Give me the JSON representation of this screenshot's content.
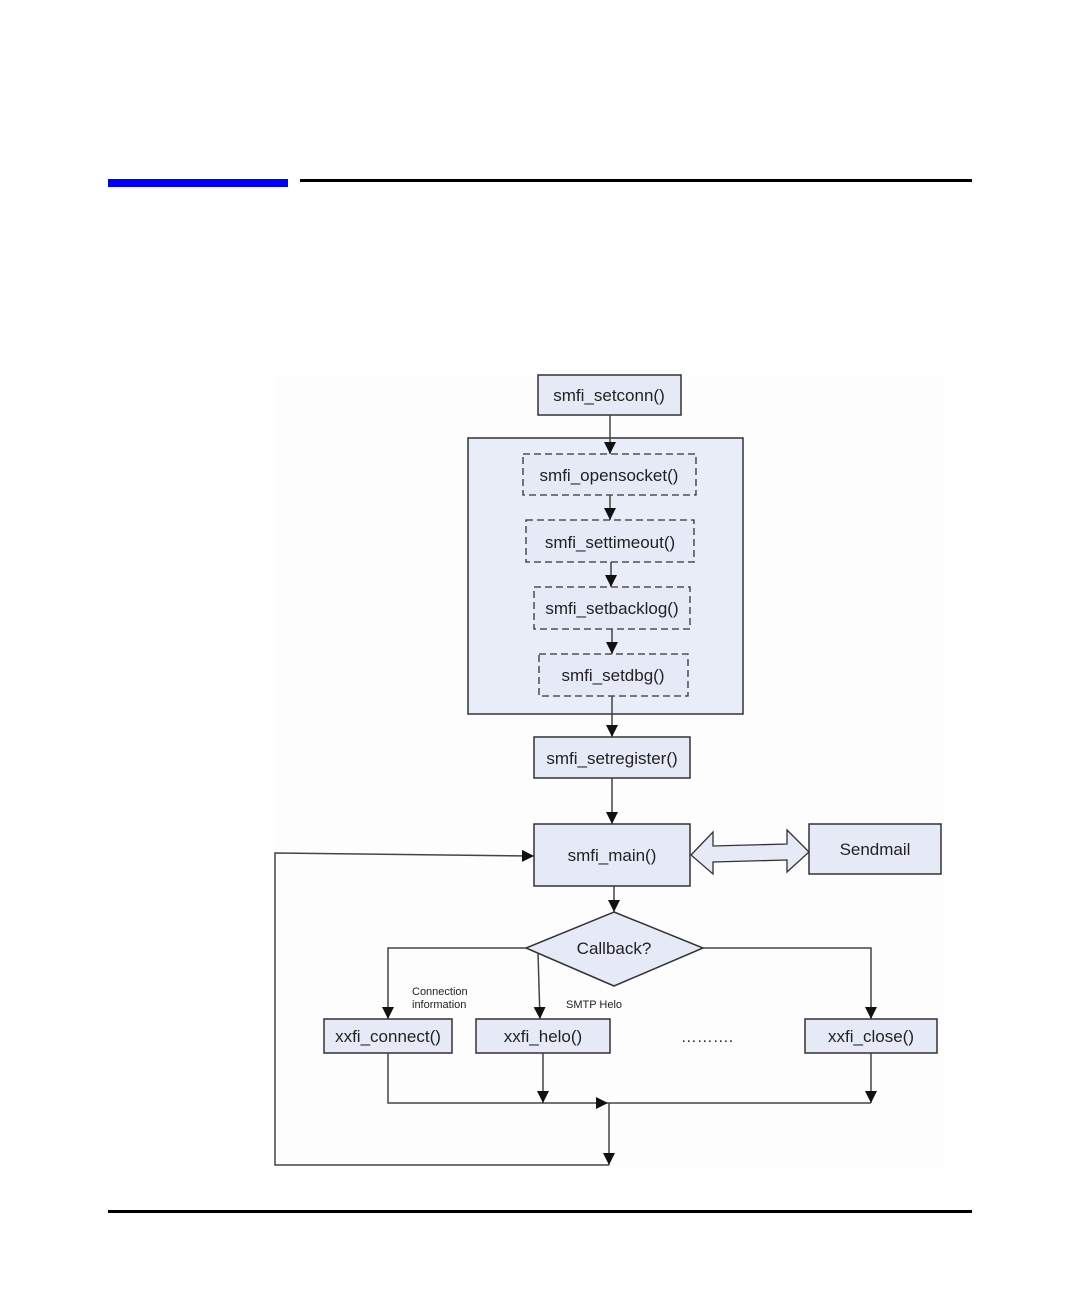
{
  "header": {
    "accent_color": "#0000ff"
  },
  "diagram": {
    "node_fill": "#e6eaf6",
    "group_fill": "#e9edf7",
    "stroke_color": "#333333",
    "nodes": {
      "setconn": "smfi_setconn()",
      "opensocket": "smfi_opensocket()",
      "settimeout": "smfi_settimeout()",
      "setbacklog": "smfi_setbacklog()",
      "setdbg": "smfi_setdbg()",
      "setregister": "smfi_setregister()",
      "main": "smfi_main()",
      "sendmail": "Sendmail",
      "callback": "Callback?",
      "connect": "xxfi_connect()",
      "helo": "xxfi_helo()",
      "ellipsis": "……….",
      "close": "xxfi_close()"
    },
    "labels": {
      "connection_line1": "Connection",
      "connection_line2": "information",
      "smtp_helo": "SMTP Helo"
    }
  }
}
